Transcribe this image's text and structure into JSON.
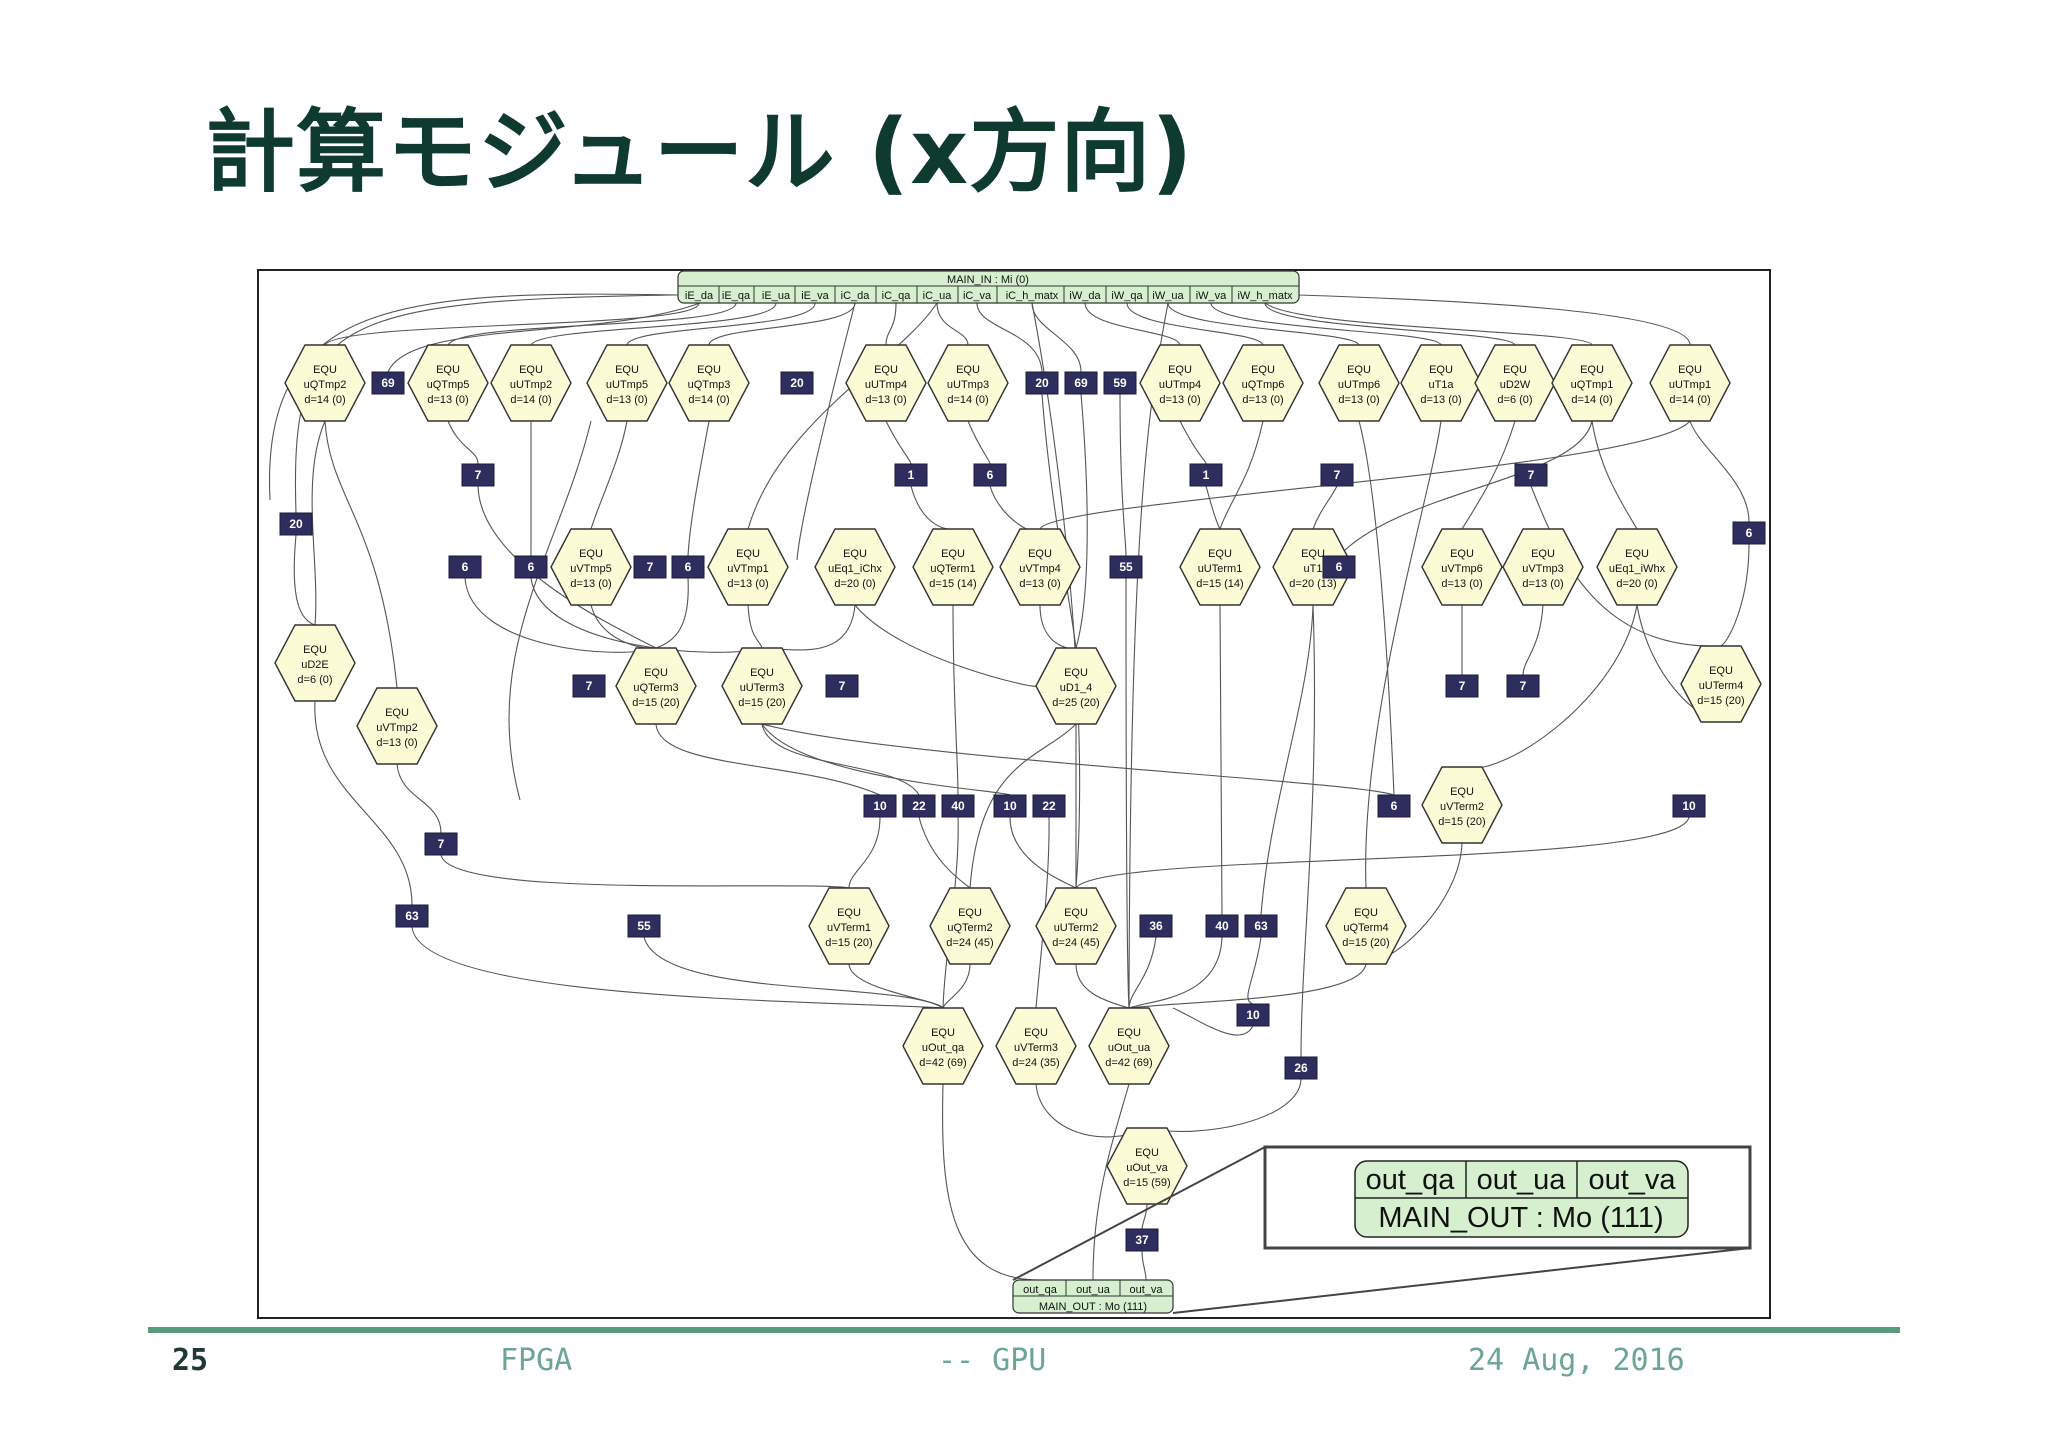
{
  "title": "計算モジュール (x方向)",
  "footer": {
    "page": "25",
    "left": "FPGA",
    "mid": "-- GPU",
    "date": "24 Aug, 2016"
  },
  "main_in": {
    "title": "MAIN_IN : Mi (0)",
    "ports": [
      "iE_da",
      "iE_qa",
      "iE_ua",
      "iE_va",
      "iC_da",
      "iC_qa",
      "iC_ua",
      "iC_va",
      "iC_h_matx",
      "iW_da",
      "iW_qa",
      "iW_ua",
      "iW_va",
      "iW_h_matx"
    ]
  },
  "main_out": {
    "title": "MAIN_OUT : Mo (111)",
    "ports": [
      "out_qa",
      "out_ua",
      "out_va"
    ]
  },
  "nodes": [
    {
      "id": "n1",
      "type": "EQU",
      "name": "uQTmp2",
      "d": "d=14 (0)"
    },
    {
      "id": "n2",
      "type": "EQU",
      "name": "uQTmp5",
      "d": "d=13 (0)"
    },
    {
      "id": "n3",
      "type": "EQU",
      "name": "uUTmp2",
      "d": "d=14 (0)"
    },
    {
      "id": "n4",
      "type": "EQU",
      "name": "uUTmp5",
      "d": "d=13 (0)"
    },
    {
      "id": "n5",
      "type": "EQU",
      "name": "uQTmp3",
      "d": "d=14 (0)"
    },
    {
      "id": "n6",
      "type": "EQU",
      "name": "uUTmp4",
      "d": "d=13 (0)"
    },
    {
      "id": "n7",
      "type": "EQU",
      "name": "uUTmp3",
      "d": "d=14 (0)"
    },
    {
      "id": "n8",
      "type": "EQU",
      "name": "uUTmp4",
      "d": "d=13 (0)"
    },
    {
      "id": "n9",
      "type": "EQU",
      "name": "uQTmp6",
      "d": "d=13 (0)"
    },
    {
      "id": "n10",
      "type": "EQU",
      "name": "uUTmp6",
      "d": "d=13 (0)"
    },
    {
      "id": "n11",
      "type": "EQU",
      "name": "uT1a",
      "d": "d=13 (0)"
    },
    {
      "id": "n12",
      "type": "EQU",
      "name": "uD2W",
      "d": "d=6 (0)"
    },
    {
      "id": "n13",
      "type": "EQU",
      "name": "uQTmp1",
      "d": "d=14 (0)"
    },
    {
      "id": "n14",
      "type": "EQU",
      "name": "uUTmp1",
      "d": "d=14 (0)"
    },
    {
      "id": "n15",
      "type": "EQU",
      "name": "uVTmp5",
      "d": "d=13 (0)"
    },
    {
      "id": "n16",
      "type": "EQU",
      "name": "uVTmp1",
      "d": "d=13 (0)"
    },
    {
      "id": "n17",
      "type": "EQU",
      "name": "uEq1_iChx",
      "d": "d=20 (0)"
    },
    {
      "id": "n18",
      "type": "EQU",
      "name": "uQTerm1",
      "d": "d=15 (14)"
    },
    {
      "id": "n19",
      "type": "EQU",
      "name": "uVTmp4",
      "d": "d=13 (0)"
    },
    {
      "id": "n20",
      "type": "EQU",
      "name": "uUTerm1",
      "d": "d=15 (14)"
    },
    {
      "id": "n21",
      "type": "EQU",
      "name": "uT1",
      "d": "d=20 (13)"
    },
    {
      "id": "n22",
      "type": "EQU",
      "name": "uVTmp6",
      "d": "d=13 (0)"
    },
    {
      "id": "n23",
      "type": "EQU",
      "name": "uVTmp3",
      "d": "d=13 (0)"
    },
    {
      "id": "n24",
      "type": "EQU",
      "name": "uEq1_iWhx",
      "d": "d=20 (0)"
    },
    {
      "id": "n25",
      "type": "EQU",
      "name": "uD2E",
      "d": "d=6 (0)"
    },
    {
      "id": "n26",
      "type": "EQU",
      "name": "uVTmp2",
      "d": "d=13 (0)"
    },
    {
      "id": "n27",
      "type": "EQU",
      "name": "uQTerm3",
      "d": "d=15 (20)"
    },
    {
      "id": "n28",
      "type": "EQU",
      "name": "uUTerm3",
      "d": "d=15 (20)"
    },
    {
      "id": "n29",
      "type": "EQU",
      "name": "uD1_4",
      "d": "d=25 (20)"
    },
    {
      "id": "n30",
      "type": "EQU",
      "name": "uUTerm4",
      "d": "d=15 (20)"
    },
    {
      "id": "n31",
      "type": "EQU",
      "name": "uVTerm2",
      "d": "d=15 (20)"
    },
    {
      "id": "n32",
      "type": "EQU",
      "name": "uVTerm1",
      "d": "d=15 (20)"
    },
    {
      "id": "n33",
      "type": "EQU",
      "name": "uQTerm2",
      "d": "d=24 (45)"
    },
    {
      "id": "n34",
      "type": "EQU",
      "name": "uUTerm2",
      "d": "d=24 (45)"
    },
    {
      "id": "n35",
      "type": "EQU",
      "name": "uQTerm4",
      "d": "d=15 (20)"
    },
    {
      "id": "n36",
      "type": "EQU",
      "name": "uOut_qa",
      "d": "d=42 (69)"
    },
    {
      "id": "n37",
      "type": "EQU",
      "name": "uVTerm3",
      "d": "d=24 (35)"
    },
    {
      "id": "n38",
      "type": "EQU",
      "name": "uOut_ua",
      "d": "d=42 (69)"
    },
    {
      "id": "n39",
      "type": "EQU",
      "name": "uOut_va",
      "d": "d=15 (59)"
    }
  ],
  "delays": [
    "69",
    "20",
    "20",
    "69",
    "59",
    "7",
    "1",
    "6",
    "1",
    "7",
    "7",
    "20",
    "6",
    "6",
    "6",
    "7",
    "6",
    "55",
    "6",
    "7",
    "7",
    "7",
    "7",
    "10",
    "22",
    "40",
    "10",
    "22",
    "6",
    "10",
    "7",
    "63",
    "55",
    "36",
    "40",
    "63",
    "10",
    "26",
    "37"
  ]
}
